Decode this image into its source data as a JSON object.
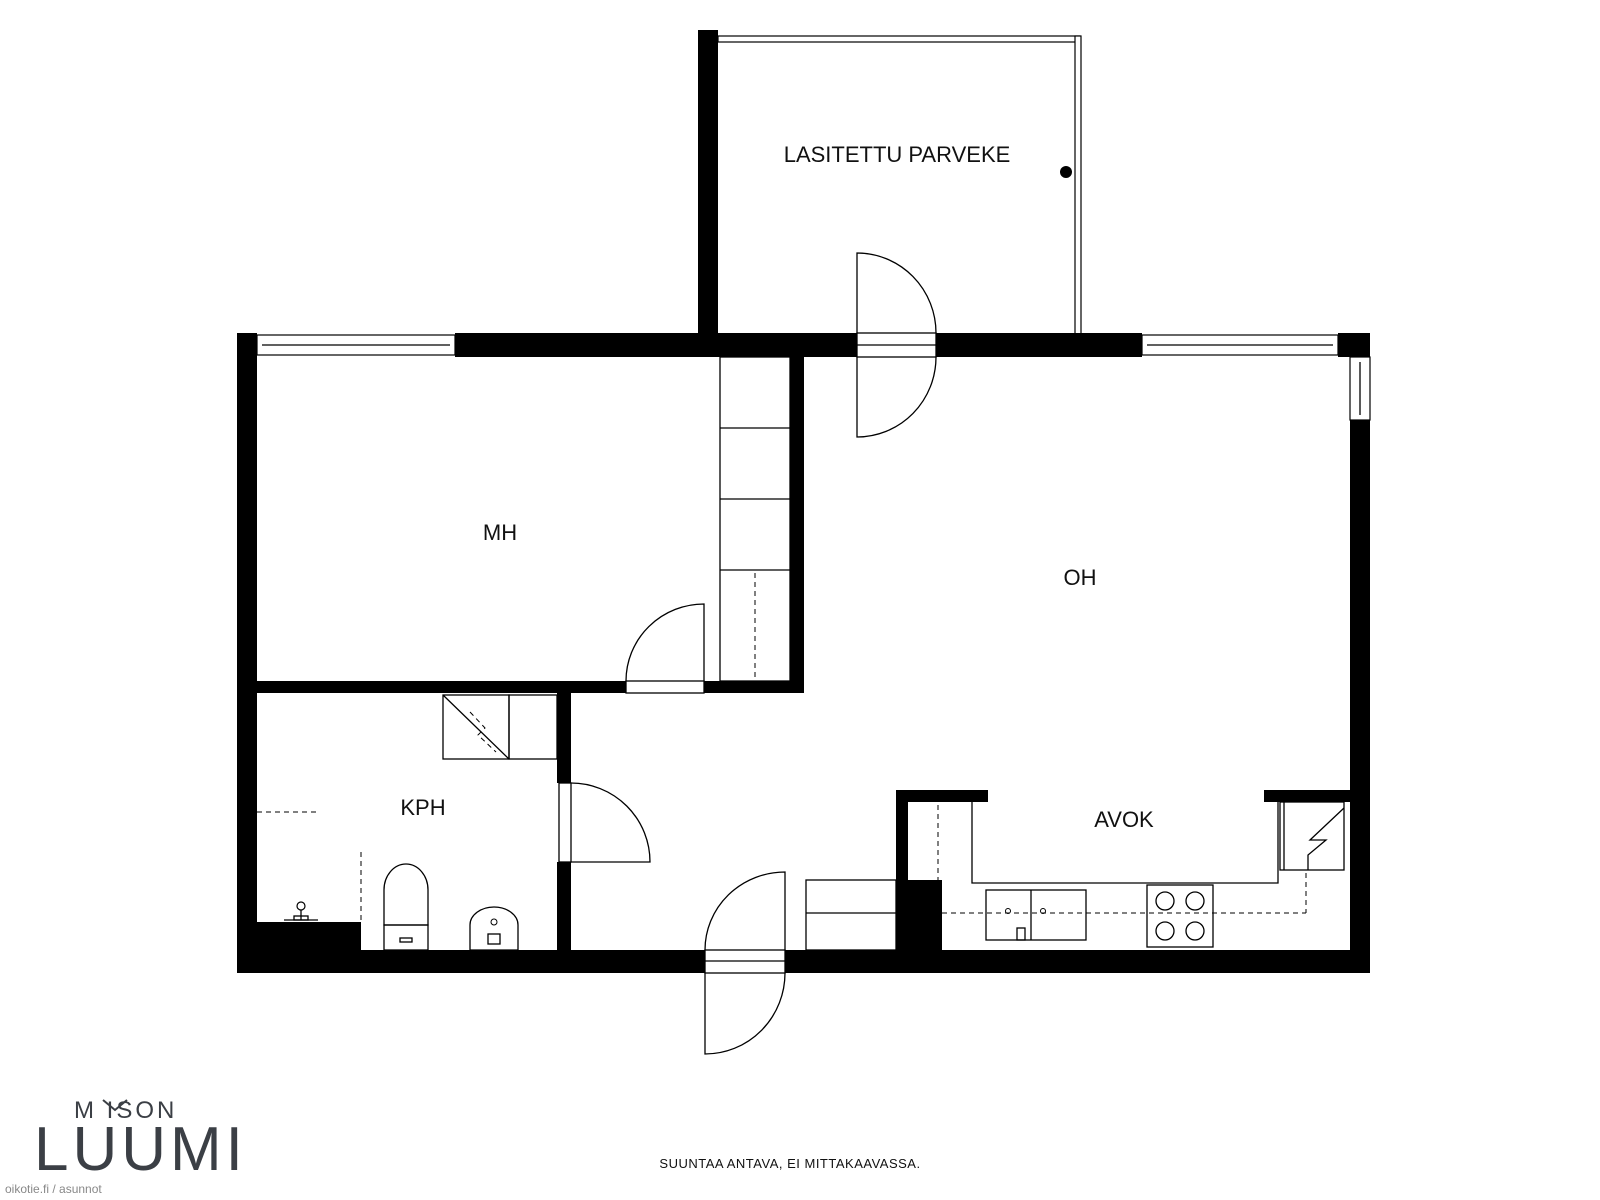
{
  "rooms": {
    "balcony": "LASITETTU PARVEKE",
    "bedroom": "MH",
    "living": "OH",
    "bathroom": "KPH",
    "kitchen": "AVOK"
  },
  "footer": {
    "disclaimer": "SUUNTAA ANTAVA, EI MITTAKAAVASSA.",
    "credit": "oikotie.fi / asunnot"
  },
  "logo": {
    "top": "M  ISON",
    "main": "LUUMI",
    "color": "#3b3f45"
  },
  "icons": [
    "door-swing-icon",
    "window-icon",
    "toilet-icon",
    "sink-icon",
    "stove-icon",
    "shower-tap-icon"
  ]
}
